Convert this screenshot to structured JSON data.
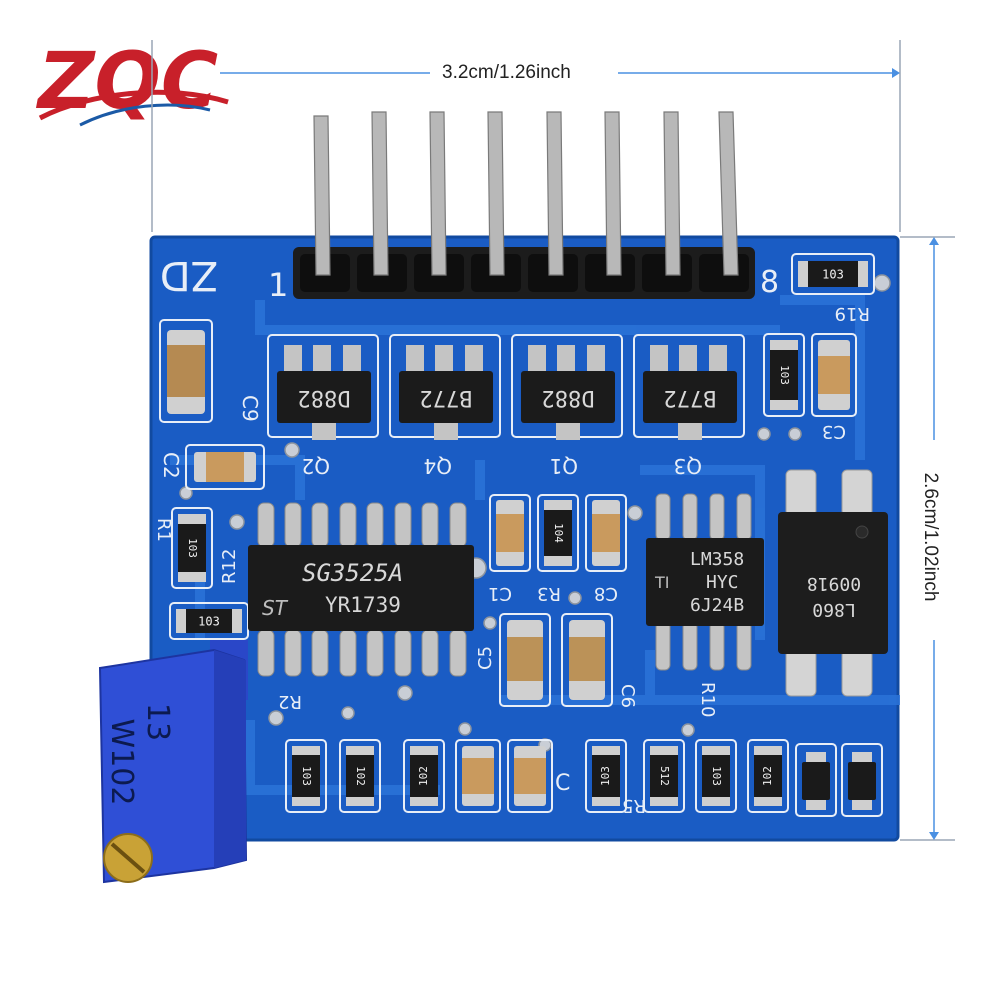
{
  "logo": {
    "text": "ZQC",
    "color_primary": "#c8202a",
    "color_swoosh": "#1b5aa6"
  },
  "dimensions": {
    "width_label": "3.2cm/1.26inch",
    "height_label": "2.6cm/1.02inch"
  },
  "colors": {
    "pcb": "#1a5cc4",
    "pcb_dark": "#1548a3",
    "trace": "#2b73d8",
    "chip": "#1b1b1b",
    "pin": "#b8b8b8",
    "pot": "#2f4fd6",
    "screw": "#c9a236"
  },
  "board_labels": {
    "zd": "ZD",
    "pin1": "1",
    "pin8": "8",
    "c9": "C9",
    "c2": "C2",
    "r1": "R1",
    "r12": "R12",
    "r2": "R2",
    "q2": "Q2",
    "q4": "Q4",
    "q1": "Q1",
    "q3": "Q3",
    "c1": "C1",
    "r3": "R3",
    "c8": "C8",
    "c5": "C5",
    "c6": "C6",
    "r10": "R10",
    "r19": "R19",
    "c3": "C3",
    "c": "C",
    "r5": "R5"
  },
  "transistors": [
    {
      "label": "D882"
    },
    {
      "label": "B772"
    },
    {
      "label": "D882"
    },
    {
      "label": "B772"
    }
  ],
  "sg3525": {
    "line1": "SG3525A",
    "line2": "YR1739"
  },
  "lm358": {
    "line1": "LM358",
    "line2": "HYC",
    "line3": "6J24B"
  },
  "opto": {
    "line1": "00918",
    "line2": "L860"
  },
  "resistors": {
    "top_right": "103",
    "right_col": "103",
    "left_r1": "103",
    "left_r12": "103",
    "mid_104": "104",
    "bottom": [
      "103",
      "102",
      "102",
      "103",
      "512",
      "103",
      "102"
    ]
  },
  "potentiometer": {
    "line1": "13",
    "line2": "W102"
  }
}
